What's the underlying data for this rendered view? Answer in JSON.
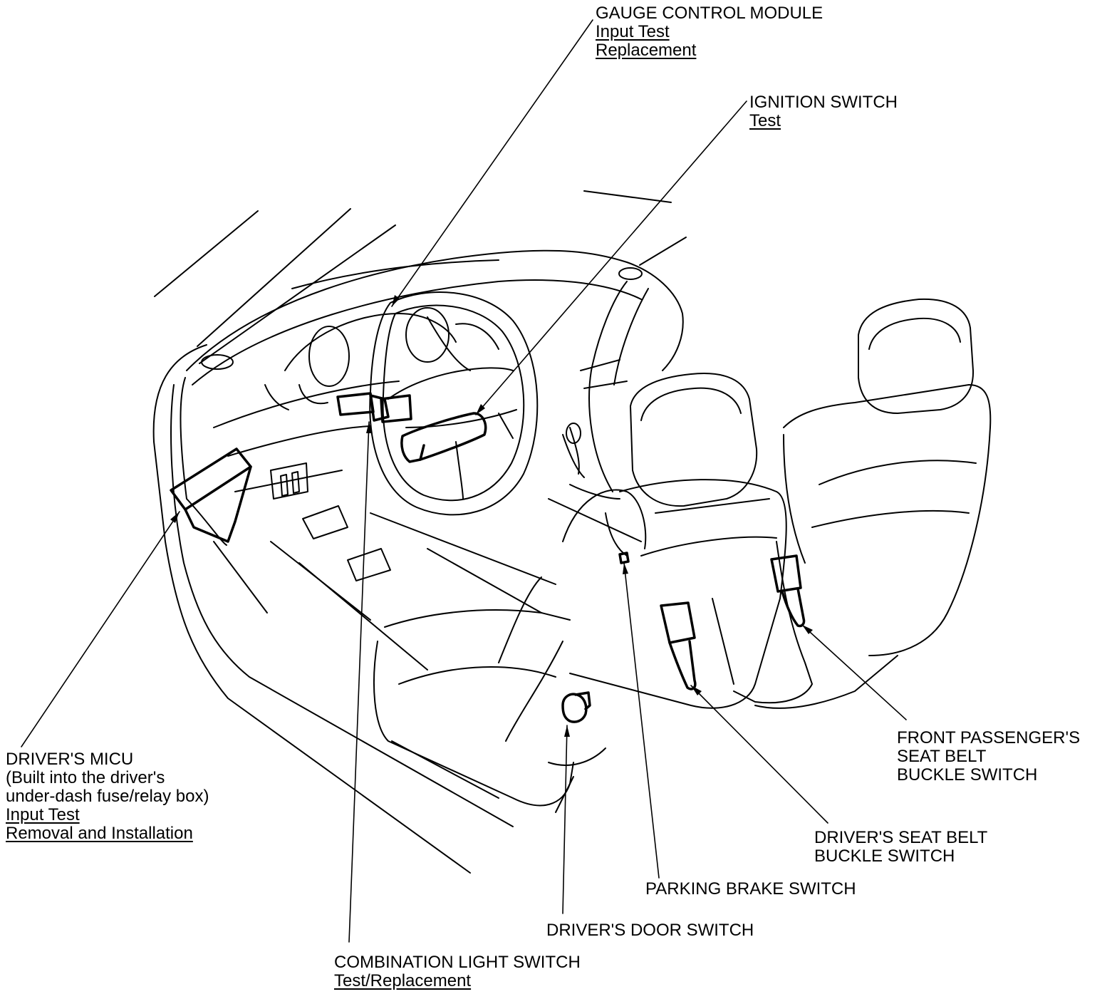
{
  "callouts": {
    "gauge_control_module": {
      "title": "GAUGE CONTROL MODULE",
      "links": [
        "Input Test",
        "Replacement"
      ]
    },
    "ignition_switch": {
      "title": "IGNITION SWITCH",
      "links": [
        "Test"
      ]
    },
    "drivers_micu": {
      "title": "DRIVER'S MICU",
      "notes": [
        "(Built into the driver's",
        "under-dash fuse/relay box)"
      ],
      "links": [
        "Input Test",
        "Removal and Installation"
      ]
    },
    "front_passenger_seat_belt": {
      "lines": [
        "FRONT PASSENGER'S",
        "SEAT BELT",
        "BUCKLE SWITCH"
      ]
    },
    "drivers_seat_belt": {
      "lines": [
        "DRIVER'S SEAT BELT",
        "BUCKLE SWITCH"
      ]
    },
    "parking_brake_switch": {
      "title": "PARKING BRAKE SWITCH"
    },
    "drivers_door_switch": {
      "title": "DRIVER'S DOOR SWITCH"
    },
    "combination_light_switch": {
      "title": "COMBINATION LIGHT SWITCH",
      "links": [
        "Test/Replacement"
      ]
    }
  },
  "colors": {
    "ink": "#000000",
    "background": "#ffffff"
  }
}
